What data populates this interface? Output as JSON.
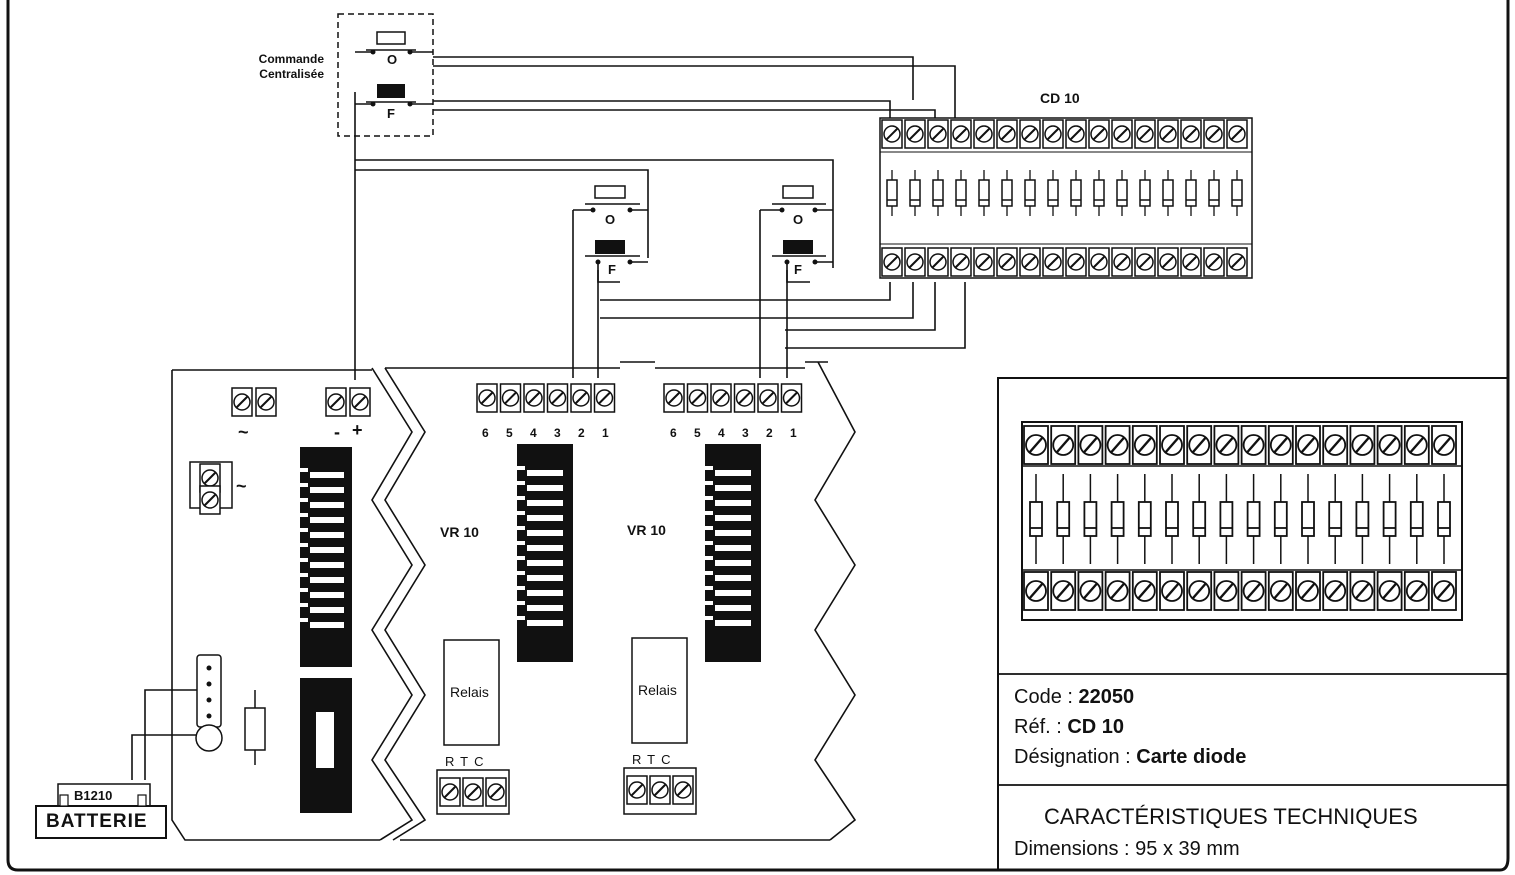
{
  "commande": {
    "line1": "Commande",
    "line2": "Centralisée",
    "open_label": "O",
    "close_label": "F"
  },
  "switches": {
    "open_label": "O",
    "close_label": "F"
  },
  "cd10": {
    "title": "CD 10",
    "terminal_count": 16
  },
  "power": {
    "ac_symbol": "~",
    "minus": "-",
    "plus": "+"
  },
  "vr10": [
    {
      "title": "VR 10",
      "pins": [
        "6",
        "5",
        "4",
        "3",
        "2",
        "1"
      ],
      "relais": "Relais",
      "rtc": "RTC"
    },
    {
      "title": "VR 10",
      "pins": [
        "6",
        "5",
        "4",
        "3",
        "2",
        "1"
      ],
      "relais": "Relais",
      "rtc": "RTC"
    }
  ],
  "battery": {
    "model": "B1210",
    "label": "BATTERIE"
  },
  "info": {
    "code_label": "Code : ",
    "code_value": "22050",
    "ref_label": "Réf. : ",
    "ref_value": "CD 10",
    "designation_label": "Désignation : ",
    "designation_value": "Carte diode",
    "tech_title": "CARACTÉRISTIQUES TECHNIQUES",
    "dimensions": "Dimensions : 95 x 39 mm"
  }
}
